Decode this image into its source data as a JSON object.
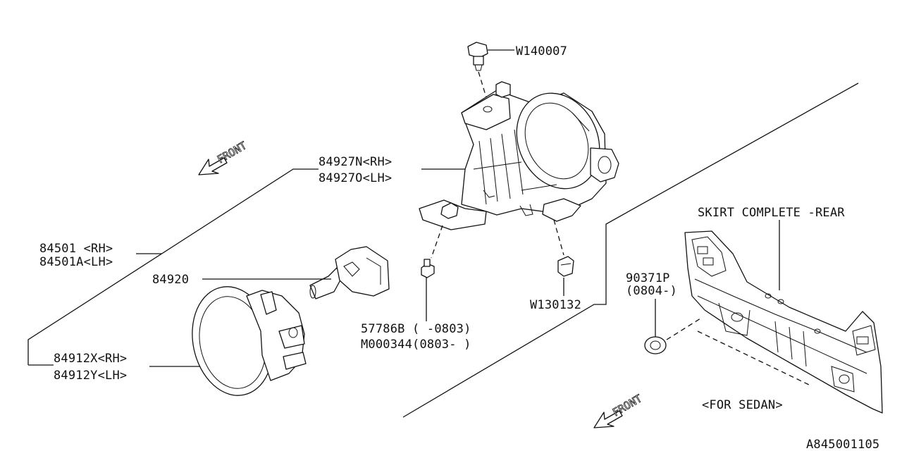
{
  "diagram": {
    "labels": {
      "w140007": "W140007",
      "p84927n": "84927N<RH>",
      "p84927o": "84927O<LH>",
      "p84501": "84501 <RH>",
      "p84501a": "84501A<LH>",
      "p84920": "84920",
      "p84912x": "84912X<RH>",
      "p84912y": "84912Y<LH>",
      "p57786b": "57786B (  -0803)",
      "m000344": "M000344(0803-  )",
      "w130132": "W130132",
      "skirt": "SKIRT COMPLETE -REAR",
      "p90371p": "90371P",
      "p90371p_range": "(0804-)",
      "for_sedan": "<FOR SEDAN>",
      "front_upper": "FRONT",
      "front_lower": "FRONT",
      "diagram_id": "A845001105"
    }
  }
}
